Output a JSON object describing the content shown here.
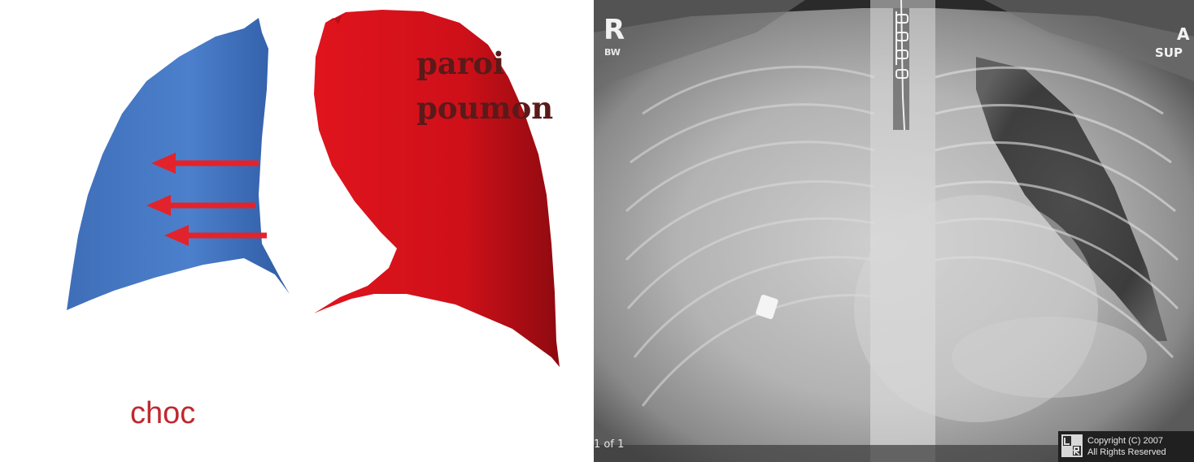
{
  "diagram": {
    "labels": {
      "paroi": "paroi",
      "poumon": "poumon",
      "choc": "choc"
    },
    "colors": {
      "left_lung": "#4a7cc6",
      "right_lung": "#d4121c",
      "arrows": "#e3232b",
      "label_dark": "#5a1a1a",
      "label_choc": "#c0282f"
    },
    "arrow_count": 3
  },
  "xray": {
    "marker_side": "R",
    "marker_bw": "BW",
    "marker_right": "A",
    "position": "SUP",
    "page_indicator": "1 of 1",
    "copyright_line1": "Copyright (C) 2007",
    "copyright_line2": "All Rights Reserved",
    "logo": "LR-logo-icon"
  }
}
